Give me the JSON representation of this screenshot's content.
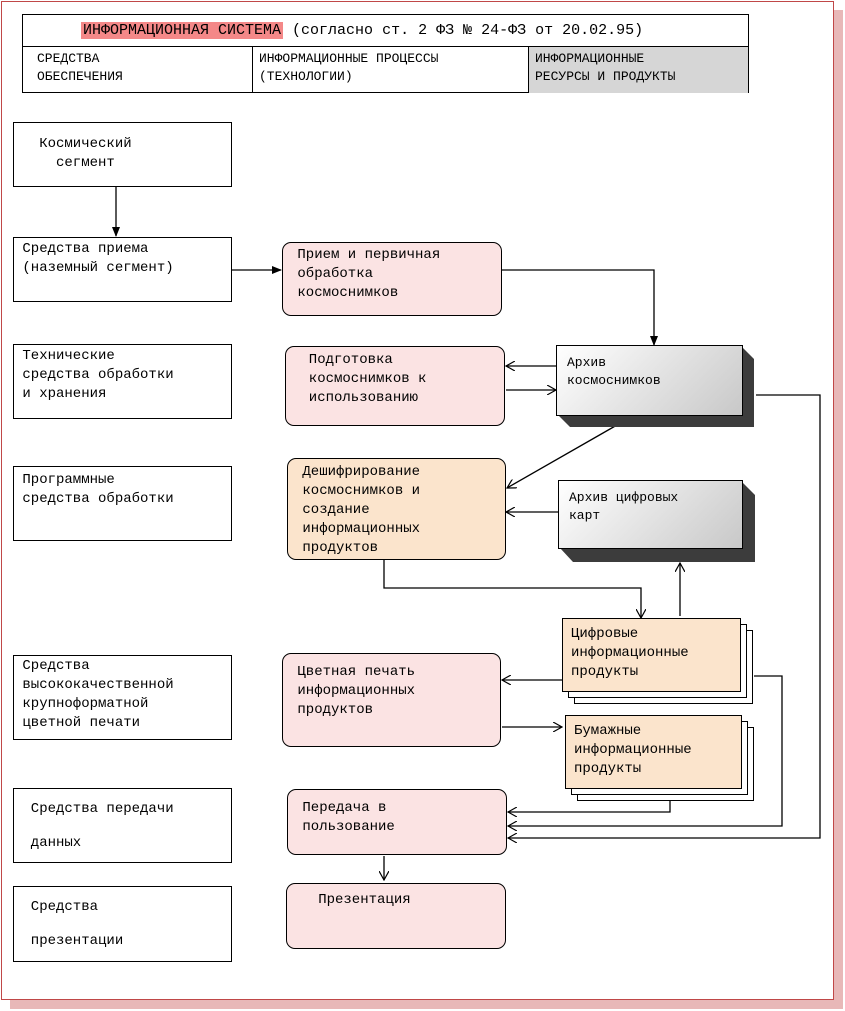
{
  "header": {
    "title_highlight": "ИНФОРМАЦИОННАЯ СИСТЕМА",
    "title_rest": " (согласно ст. 2 ФЗ № 24-ФЗ от 20.02.95)",
    "col1": "СРЕДСТВА\nОБЕСПЕЧЕНИЯ",
    "col2": "ИНФОРМАЦИОННЫЕ ПРОЦЕССЫ\n(ТЕХНОЛОГИИ)",
    "col3": "ИНФОРМАЦИОННЫЕ\nРЕСУРСЫ И ПРОДУКТЫ"
  },
  "means": {
    "space": "   Космический\n     сегмент",
    "reception": " Средства приема\n (наземный сегмент)",
    "tech": " Технические\n средства обработки\n и хранения",
    "software": " Программные\n средства обработки",
    "printing": " Средства\n высококачественной\n крупноформатной\n цветной печати",
    "transfer": "  Средства передачи\n\n  данных",
    "presentation": "  Средства\n\n  презентации"
  },
  "processes": {
    "reception": " Прием и первичная\n обработка\n космоснимков",
    "preparation": "  Подготовка\n  космоснимков к\n  использованию",
    "decoding": " Дешифрирование\n космоснимков и\n создание\n информационных\n продуктов",
    "printing": " Цветная печать\n информационных\n продуктов",
    "transfer": " Передача в\n пользование",
    "presentation": "   Презентация"
  },
  "resources": {
    "image_archive": "Архив\nкосмоснимков",
    "map_archive": "Архив цифровых\nкарт",
    "digital_products": "Цифровые\nинформационные\nпродукты",
    "paper_products": "Бумажные\nинформационные\nпродукты"
  }
}
